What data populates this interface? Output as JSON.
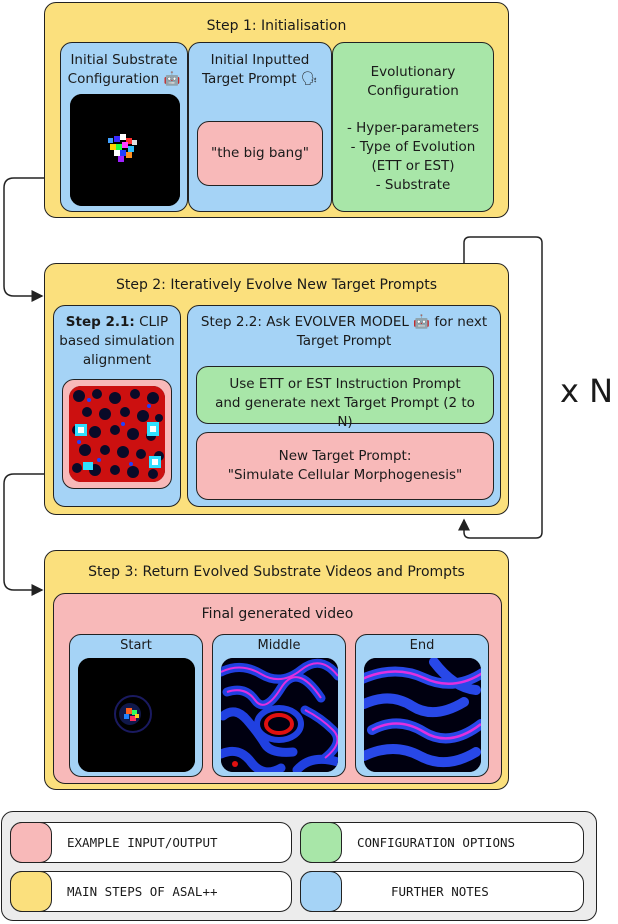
{
  "step1": {
    "title": "Step 1: Initialisation",
    "substrate": {
      "title": "Initial Substrate Configuration",
      "icon": "robot-icon"
    },
    "prompt": {
      "title": "Initial Inputted Target Prompt",
      "icon": "speaking-head-icon",
      "value": "\"the big bang\""
    },
    "evo": {
      "title": "Evolutionary Configuration",
      "items": [
        "- Hyper-parameters",
        "- Type of Evolution",
        "(ETT or EST)",
        "- Substrate"
      ]
    }
  },
  "step2": {
    "title": "Step 2: Iteratively Evolve New Target Prompts",
    "s21": {
      "bold": "Step 2.1:",
      "title_rest": " CLIP based simulation alignment"
    },
    "s22": {
      "title": "Step 2.2: Ask EVOLVER MODEL",
      "title_end": " for next Target Prompt",
      "icon": "robot-icon"
    },
    "instruction": "Use ETT or EST Instruction Prompt and generate next Target Prompt (2 to N)",
    "new_prompt_label": "New Target Prompt:",
    "new_prompt_value": "\"Simulate Cellular Morphogenesis\""
  },
  "loop_label": "x N",
  "step3": {
    "title": "Step 3: Return Evolved Substrate Videos and Prompts",
    "video_title": "Final generated video",
    "frames": [
      "Start",
      "Middle",
      "End"
    ]
  },
  "legend": [
    {
      "color": "#f8b9b9",
      "label": "EXAMPLE INPUT/OUTPUT"
    },
    {
      "color": "#a8e6a8",
      "label": "CONFIGURATION OPTIONS"
    },
    {
      "color": "#fbe07d",
      "label": "MAIN STEPS OF ASAL++"
    },
    {
      "color": "#a5d3f6",
      "label": "FURTHER NOTES"
    }
  ]
}
